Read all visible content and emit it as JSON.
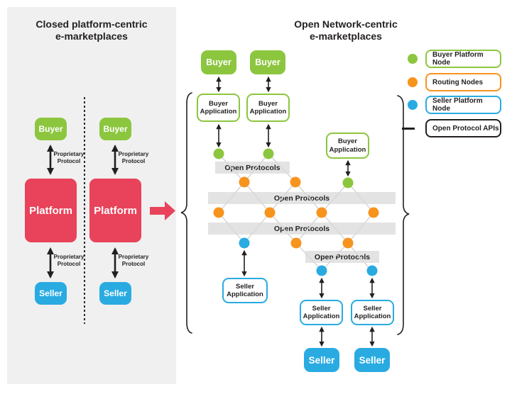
{
  "left_panel": {
    "title": [
      "Closed platform-centric",
      "e-marketplaces"
    ],
    "buyer_label": "Buyer",
    "platform_label": "Platform",
    "seller_label": "Seller",
    "proprietary_protocol": [
      "Proprietary",
      "Protocol"
    ]
  },
  "right_panel": {
    "title": [
      "Open Network-centric",
      "e-marketplaces"
    ],
    "buyer_label": "Buyer",
    "seller_label": "Seller",
    "buyer_application": [
      "Buyer",
      "Application"
    ],
    "seller_application": [
      "Seller",
      "Application"
    ],
    "open_protocols": "Open Protocols"
  },
  "legend": {
    "items": [
      {
        "label": "Buyer Platform Node",
        "color": "#8CC63F",
        "marker": "dot"
      },
      {
        "label": "Routing Nodes",
        "color": "#F7941E",
        "marker": "dot"
      },
      {
        "label": "Seller Platform Node",
        "color": "#29ABE2",
        "marker": "dot"
      },
      {
        "label": "Open Protocol APIs",
        "color": "#231F20",
        "marker": "line"
      }
    ]
  },
  "node_counts": {
    "buyer_platform_nodes": 3,
    "routing_nodes": 8,
    "seller_platform_nodes": 3
  },
  "colors": {
    "buyer_green": "#8CC63F",
    "routing_orange": "#F7941E",
    "seller_blue": "#29ABE2",
    "platform_red": "#E8435A",
    "protocol_bar_gray": "#E3E3E3",
    "panel_gray": "#F0F0F0",
    "connector_gray": "#D9D9D9",
    "text_dark": "#231F20"
  }
}
